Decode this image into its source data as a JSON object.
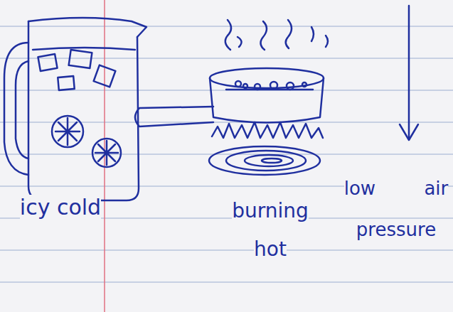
{
  "diagram": {
    "labels": [
      "icy cold",
      "burning hot",
      "low air pressure"
    ]
  }
}
